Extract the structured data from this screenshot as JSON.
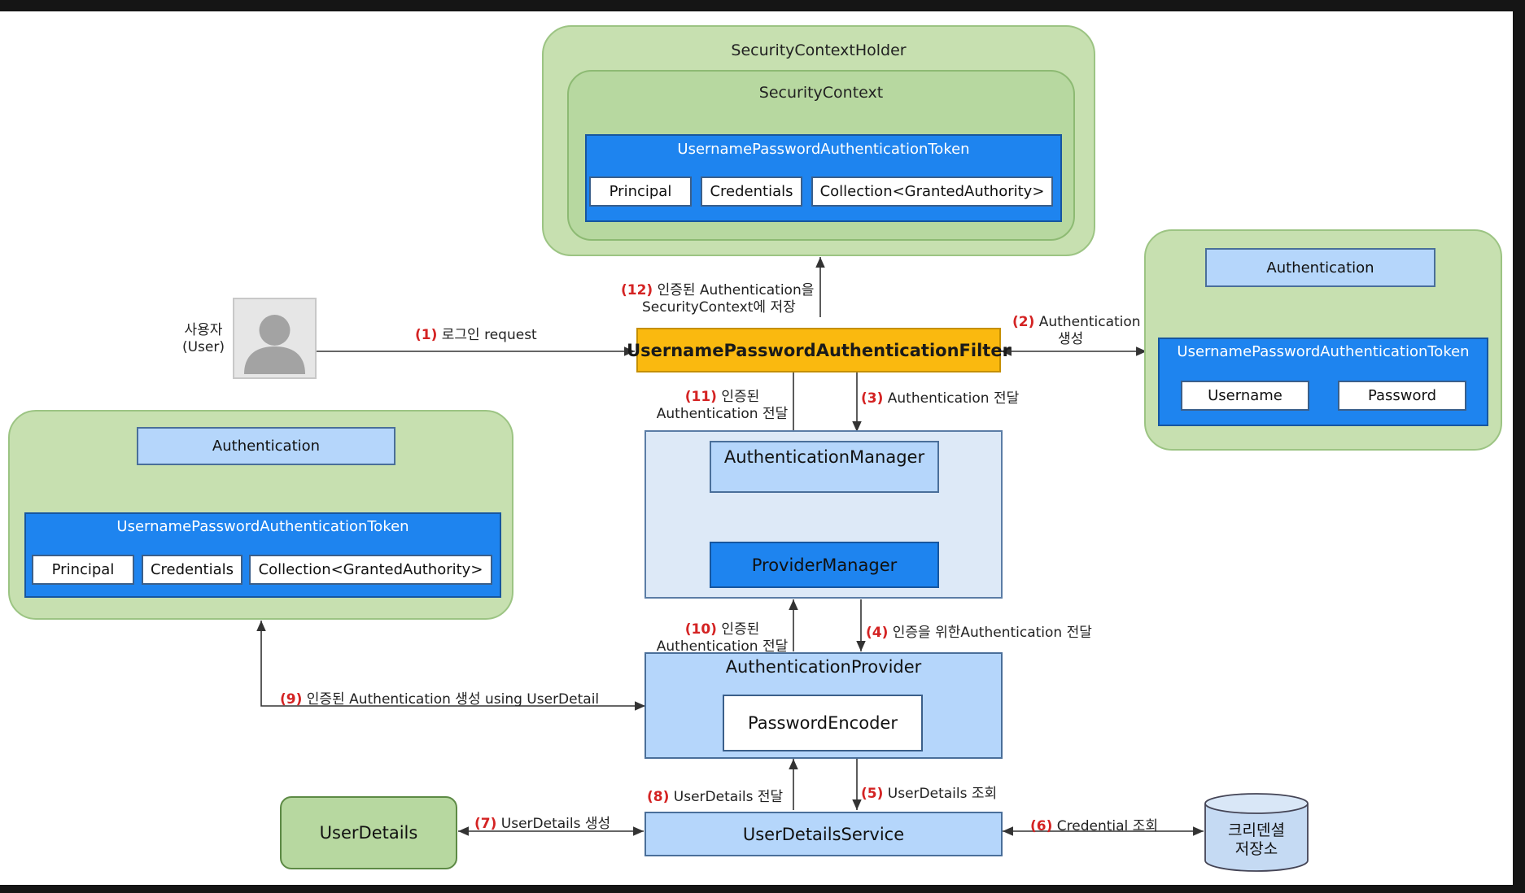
{
  "containers": {
    "security_context_holder": "SecurityContextHolder",
    "security_context": "SecurityContext"
  },
  "token_top": {
    "title": "UsernamePasswordAuthenticationToken",
    "principal": "Principal",
    "credentials": "Credentials",
    "authorities": "Collection<GrantedAuthority>"
  },
  "right_group": {
    "authentication": "Authentication",
    "token_title": "UsernamePasswordAuthenticationToken",
    "username": "Username",
    "password": "Password"
  },
  "left_group": {
    "authentication": "Authentication",
    "token_title": "UsernamePasswordAuthenticationToken",
    "principal": "Principal",
    "credentials": "Credentials",
    "authorities": "Collection<GrantedAuthority>"
  },
  "user": {
    "line1": "사용자",
    "line2": "(User)"
  },
  "components": {
    "filter": "UsernamePasswordAuthenticationFilter",
    "authentication_manager": "AuthenticationManager",
    "provider_manager": "ProviderManager",
    "authentication_provider": "AuthenticationProvider",
    "password_encoder": "PasswordEncoder",
    "user_details_service": "UserDetailsService",
    "user_details": "UserDetails",
    "credential_store_line1": "크리덴셜",
    "credential_store_line2": "저장소"
  },
  "steps": {
    "s1": {
      "num": "(1)",
      "text": "로그인 request"
    },
    "s2": {
      "num": "(2)",
      "line1": "Authentication",
      "line2": "생성"
    },
    "s3": {
      "num": "(3)",
      "text": "Authentication 전달"
    },
    "s4": {
      "num": "(4)",
      "text": "인증을 위한Authentication 전달"
    },
    "s5": {
      "num": "(5)",
      "text": "UserDetails 조회"
    },
    "s6": {
      "num": "(6)",
      "text": "Credential 조회"
    },
    "s7": {
      "num": "(7)",
      "text": "UserDetails 생성"
    },
    "s8": {
      "num": "(8)",
      "text": "UserDetails 전달"
    },
    "s9": {
      "num": "(9)",
      "text": "인증된 Authentication 생성 using UserDetail"
    },
    "s10": {
      "num": "(10)",
      "line1": "인증된",
      "line2": "Authentication 전달"
    },
    "s11": {
      "num": "(11)",
      "line1": "인증된",
      "line2": "Authentication 전달"
    },
    "s12": {
      "num": "(12)",
      "line1": "인증된 Authentication을",
      "line2": "SecurityContext에 저장"
    }
  }
}
